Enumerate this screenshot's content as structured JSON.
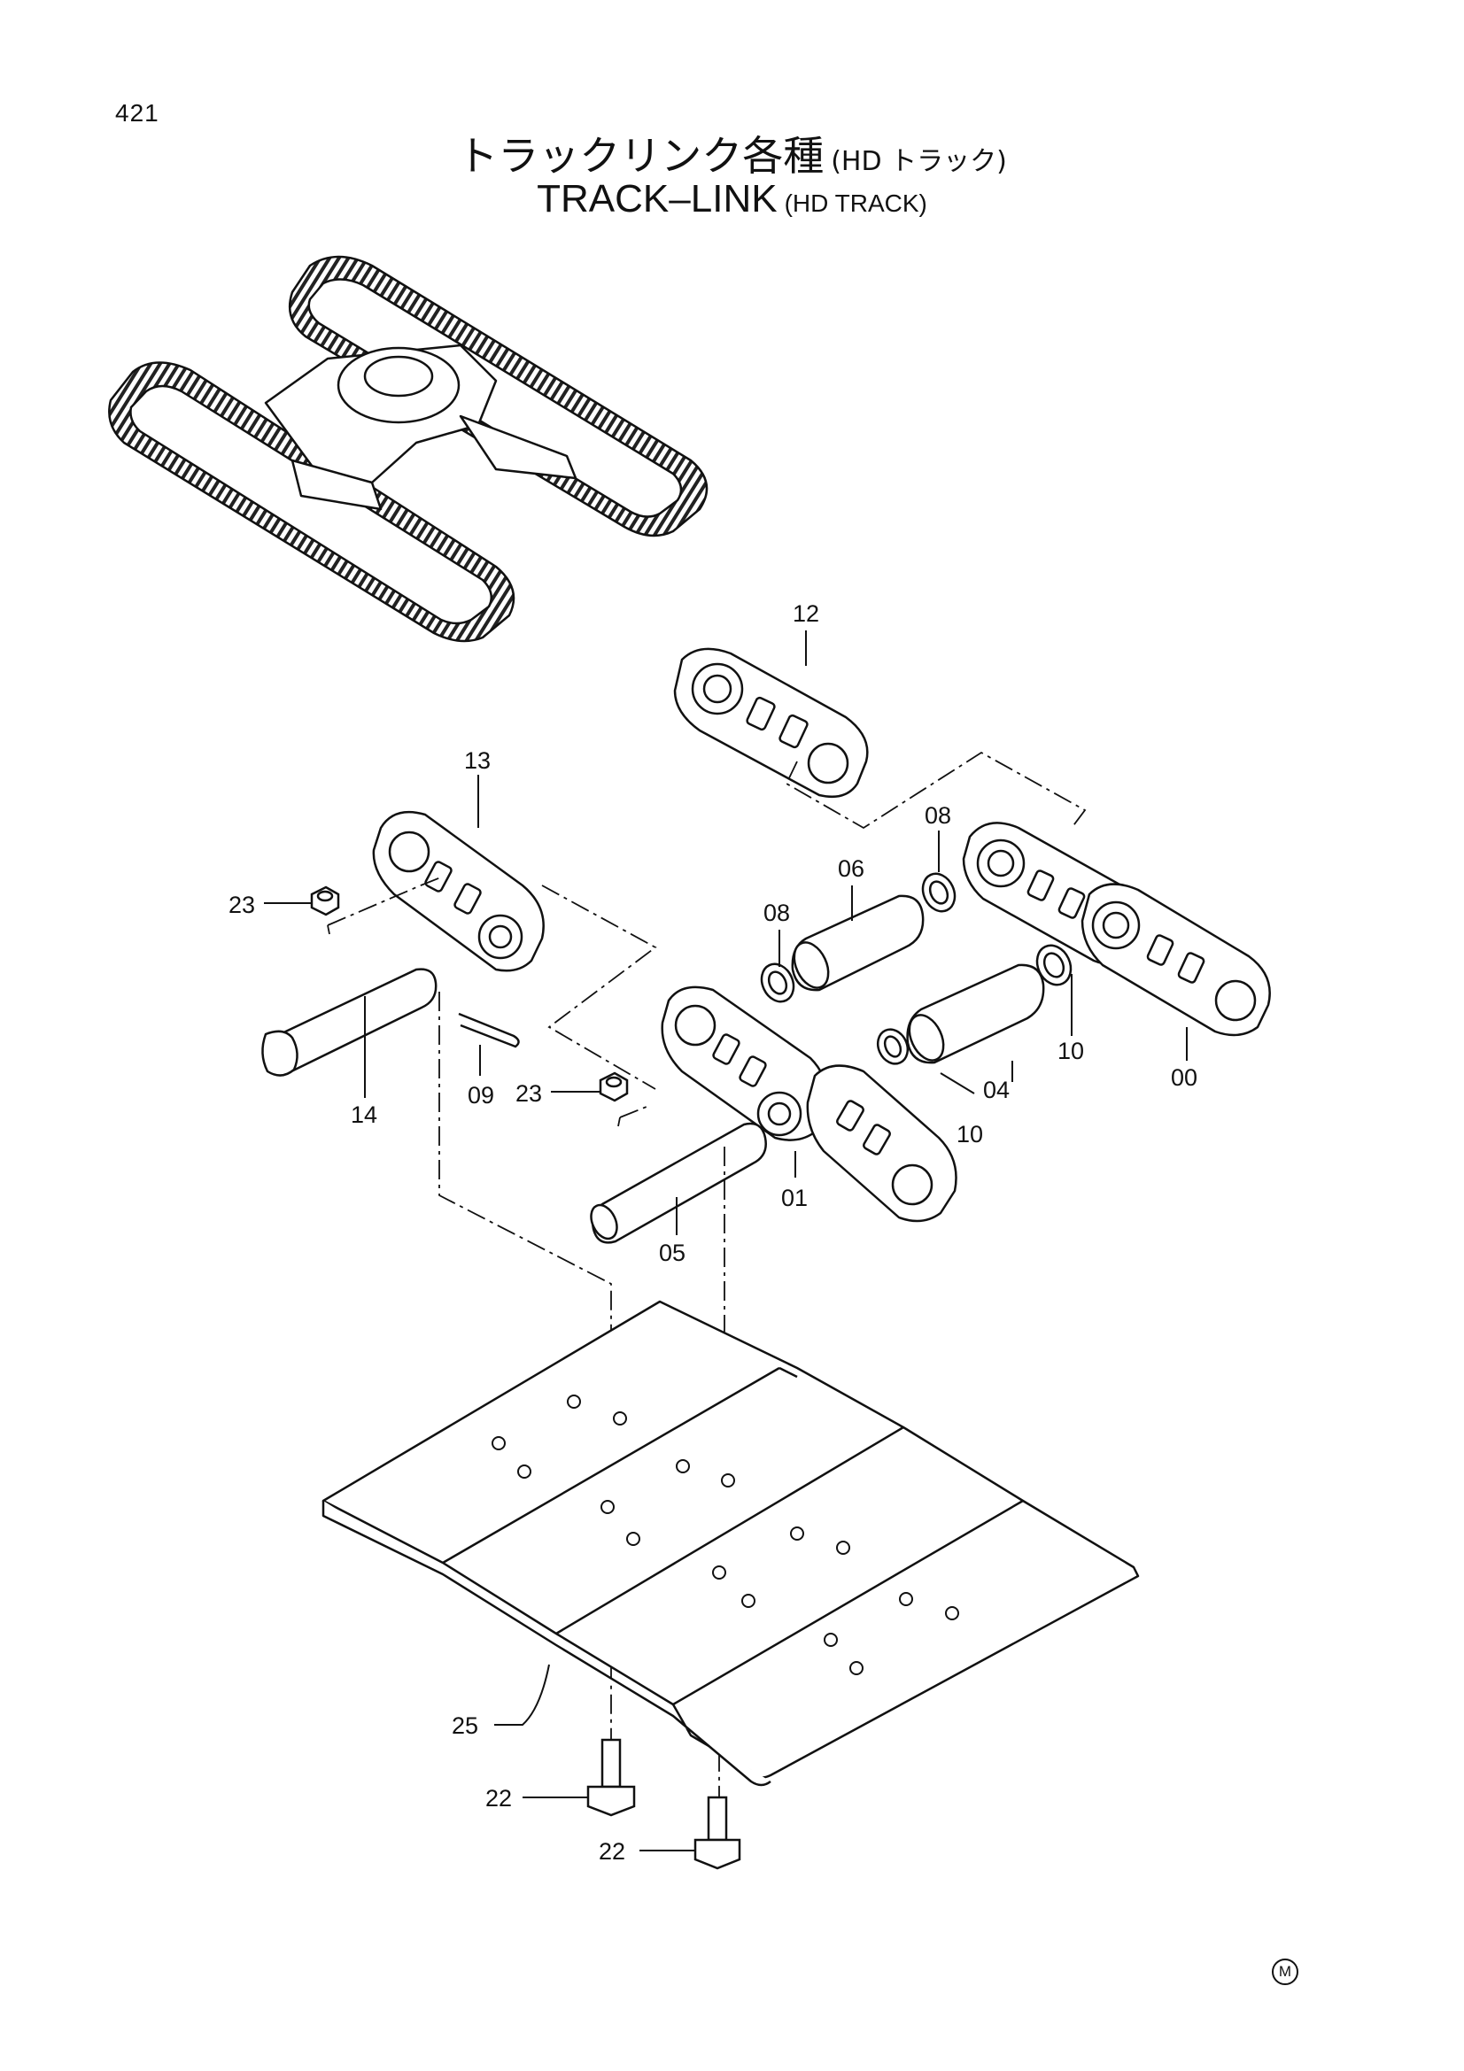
{
  "page_number": "421",
  "title": {
    "japanese": "トラックリンク各種",
    "japanese_sub": "(HD トラック)",
    "english": "TRACK–LINK",
    "english_sub": "(HD TRACK)"
  },
  "callouts": {
    "p00": "00",
    "p01": "01",
    "p04": "04",
    "p05": "05",
    "p06": "06",
    "p08a": "08",
    "p08b": "08",
    "p09": "09",
    "p10a": "10",
    "p10b": "10",
    "p12": "12",
    "p13": "13",
    "p14": "14",
    "p22a": "22",
    "p22b": "22",
    "p23a": "23",
    "p23b": "23",
    "p25": "25"
  },
  "corner_mark": "M"
}
